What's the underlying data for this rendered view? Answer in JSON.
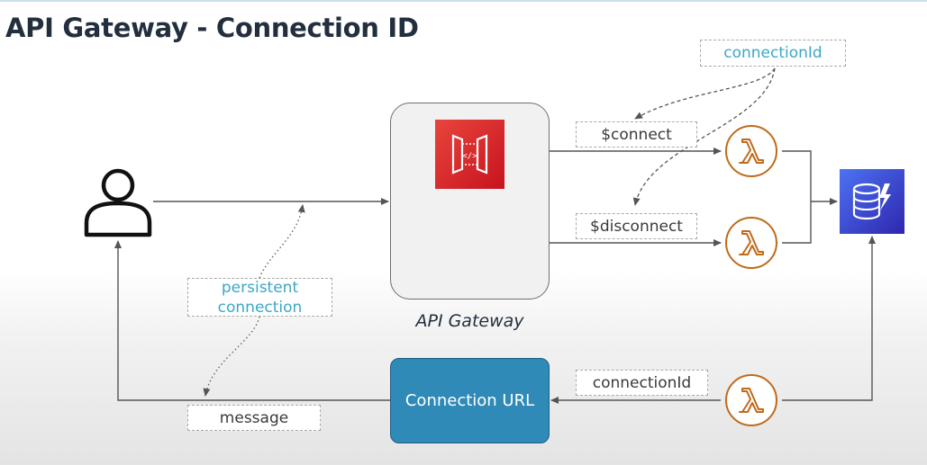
{
  "title": "API Gateway - Connection ID",
  "gateway": {
    "caption": "API Gateway"
  },
  "connection_url": "Connection URL",
  "labels": {
    "connection_id_top": "connectionId",
    "connect": "$connect",
    "disconnect": "$disconnect",
    "persistent_connection_line1": "persistent",
    "persistent_connection_line2": "connection",
    "message": "message",
    "connection_id_bottom": "connectionId"
  },
  "colors": {
    "title": "#232f3e",
    "teal_label": "#3ba7c6",
    "api_gateway_icon": "#d6232c",
    "lambda_stroke": "#c06a1a",
    "connection_url_fill": "#2f8ab8",
    "dynamodb_icon": "#3b48cc"
  },
  "icons": {
    "user": "user-icon",
    "api_gateway": "api-gateway-icon",
    "lambda": "lambda-icon",
    "dynamodb": "dynamodb-icon"
  }
}
